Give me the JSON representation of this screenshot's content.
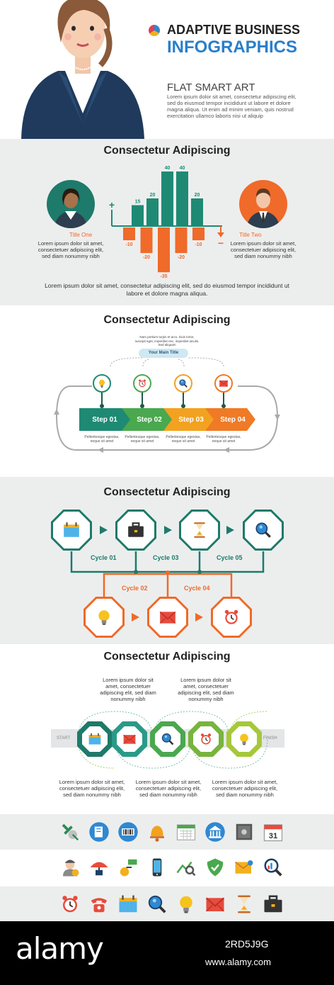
{
  "header": {
    "title_line1": "ADAPTIVE BUSINESS",
    "title_line2": "INFOGRAPHICS",
    "subtitle": "FLAT SMART ART",
    "body": "Lorem ipsum dolor sit amet, consectetur adipiscing elit, sed do eiusmod tempor incididunt ut labore et dolore magna aliqua. Ut enim ad minim veniam, quis nostrud exercitation ullamco laboris nisi ut aliquip"
  },
  "section1": {
    "heading": "Consectetur Adipiscing",
    "left_title": "Title One",
    "left_text": "Lorem ipsum dolor sit amet, consectetuer adipiscing elit, sed diam nonummy nibh",
    "right_title": "Title Two",
    "right_text": "Lorem ipsum dolor sit amet, consectetuer adipiscing elit, sed diam nonummy nibh",
    "plus": "+",
    "minus": "−",
    "footer": "Lorem ipsum dolor sit amet, consectetur adipiscing elit, sed do eiusmod tempor incididunt ut labore et dolore magna aliqua."
  },
  "chart_data": {
    "type": "bar",
    "series": [
      {
        "values": [
          15,
          20,
          40,
          40,
          20
        ]
      },
      {
        "values": [
          -10,
          -20,
          -35,
          -20,
          -10
        ]
      }
    ],
    "pos_labels": [
      "15",
      "20",
      "40",
      "40",
      "20"
    ],
    "neg_labels": [
      "-10",
      "-20",
      "-35",
      "-20",
      "-10"
    ],
    "colors": {
      "positive": "#1e8a74",
      "negative": "#f06a2a"
    }
  },
  "section2": {
    "heading": "Consectetur Adipiscing",
    "note": "Nam pretium turpis et arcu. Duis tortor, suscipit eget, imperdiet nec, imperdiet iaculis. Sed aliquam",
    "main_title": "Your Main Title",
    "steps": [
      "Step 01",
      "Step 02",
      "Step 03",
      "Step 04"
    ],
    "step_colors": [
      "#1e8a74",
      "#4aa84e",
      "#f2a21f",
      "#f07a25"
    ],
    "captions": [
      "Pellentesque egestas, neque sit amet",
      "Pellentesque egestas, neque sit amet",
      "Pellentesque egestas, neque sit amet",
      "Pellentesque egestas, neque sit amet"
    ],
    "icons": [
      "lightbulb-icon",
      "alarm-clock-icon",
      "magnifier-icon",
      "envelope-icon"
    ]
  },
  "section3": {
    "heading": "Consectetur Adipiscing",
    "cycles": [
      "Cycle 01",
      "Cycle 02",
      "Cycle 03",
      "Cycle 04",
      "Cycle 05"
    ],
    "top_icons": [
      "calendar-icon",
      "briefcase-icon",
      "hourglass-icon",
      "magnifier-icon"
    ],
    "bottom_icons": [
      "lightbulb-icon",
      "envelope-icon",
      "alarm-clock-icon"
    ]
  },
  "section4": {
    "heading": "Consectetur Adipiscing",
    "top_texts": [
      "Lorem ipsum dolor sit amet, consectetuer adipiscing elit, sed diam nonummy nibh",
      "Lorem ipsum dolor sit amet, consectetuer adipiscing elit, sed diam nonummy nibh"
    ],
    "bottom_texts": [
      "Lorem ipsum dolor sit amet, consectetuer adipiscing elit, sed diam nonummy nibh",
      "Lorem ipsum dolor sit amet, consectetuer adipiscing elit, sed diam nonummy nibh",
      "Lorem ipsum dolor sit amet, consectetuer adipiscing elit, sed diam nonummy nibh"
    ],
    "start": "START",
    "finish": "FINISH",
    "icons": [
      "calendar-icon",
      "envelope-icon",
      "magnifier-icon",
      "alarm-clock-icon",
      "lightbulb-icon"
    ]
  },
  "icon_rows": [
    [
      "satellite-icon",
      "documents-icon",
      "barcode-icon",
      "bell-icon",
      "calendar-grid-icon",
      "bank-icon",
      "safe-icon",
      "calendar-31-icon"
    ],
    [
      "manager-icon",
      "umbrella-icon",
      "money-exchange-icon",
      "smartphone-icon",
      "chart-magnifier-icon",
      "shield-icon",
      "email-icon",
      "search-bars-icon"
    ],
    [
      "alarm-clock-icon",
      "telephone-icon",
      "calendar-icon",
      "magnifier-icon",
      "lightbulb-icon",
      "envelope-icon",
      "hourglass-icon",
      "briefcase-icon"
    ]
  ],
  "calendar_day": "31",
  "footer": {
    "brand": "alamy",
    "image_id": "2RD5J9G",
    "url": "www.alamy.com"
  }
}
